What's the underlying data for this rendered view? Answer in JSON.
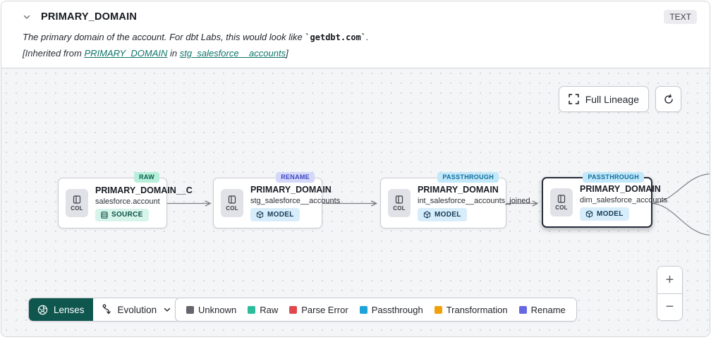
{
  "header": {
    "title": "PRIMARY_DOMAIN",
    "type_badge": "TEXT",
    "description_prefix": "The primary domain of the account. For dbt Labs, this would look like ",
    "description_code": "`getdbt.com`",
    "description_suffix": ".",
    "inherited_prefix": "[Inherited from ",
    "inherited_link_column": "PRIMARY_DOMAIN",
    "inherited_middle": " in ",
    "inherited_link_model": "stg_salesforce__accounts",
    "inherited_suffix": "]"
  },
  "toolbar": {
    "full_lineage_label": "Full Lineage"
  },
  "nodes": [
    {
      "badge": "RAW",
      "title": "PRIMARY_DOMAIN__C",
      "subtitle": "salesforce.account",
      "kind": "SOURCE",
      "col_label": "COL",
      "selected": false
    },
    {
      "badge": "RENAME",
      "title": "PRIMARY_DOMAIN",
      "subtitle": "stg_salesforce__accounts",
      "kind": "MODEL",
      "col_label": "COL",
      "selected": false
    },
    {
      "badge": "PASSTHROUGH",
      "title": "PRIMARY_DOMAIN",
      "subtitle": "int_salesforce__accounts_joined",
      "kind": "MODEL",
      "col_label": "COL",
      "selected": false
    },
    {
      "badge": "PASSTHROUGH",
      "title": "PRIMARY_DOMAIN",
      "subtitle": "dim_salesforce_accounts",
      "kind": "MODEL",
      "col_label": "COL",
      "selected": true
    }
  ],
  "footer": {
    "lenses_label": "Lenses",
    "evolution_label": "Evolution",
    "legend": [
      {
        "label": "Unknown",
        "color": "#66646c"
      },
      {
        "label": "Raw",
        "color": "#2cbc9c"
      },
      {
        "label": "Parse Error",
        "color": "#e0484e"
      },
      {
        "label": "Passthrough",
        "color": "#1ea3d8"
      },
      {
        "label": "Transformation",
        "color": "#f0a10a"
      },
      {
        "label": "Rename",
        "color": "#6567e3"
      }
    ]
  },
  "zoom_controls": {
    "zoom_in": "+",
    "zoom_out": "−"
  },
  "colors": {
    "accent_teal": "#0e564e",
    "link": "#0e7569",
    "badge_raw_bg": "#b7efda",
    "badge_rename_bg": "#d4d9fb",
    "badge_passthrough_bg": "#c3e8fa",
    "canvas_bg": "#f4f5f7"
  }
}
